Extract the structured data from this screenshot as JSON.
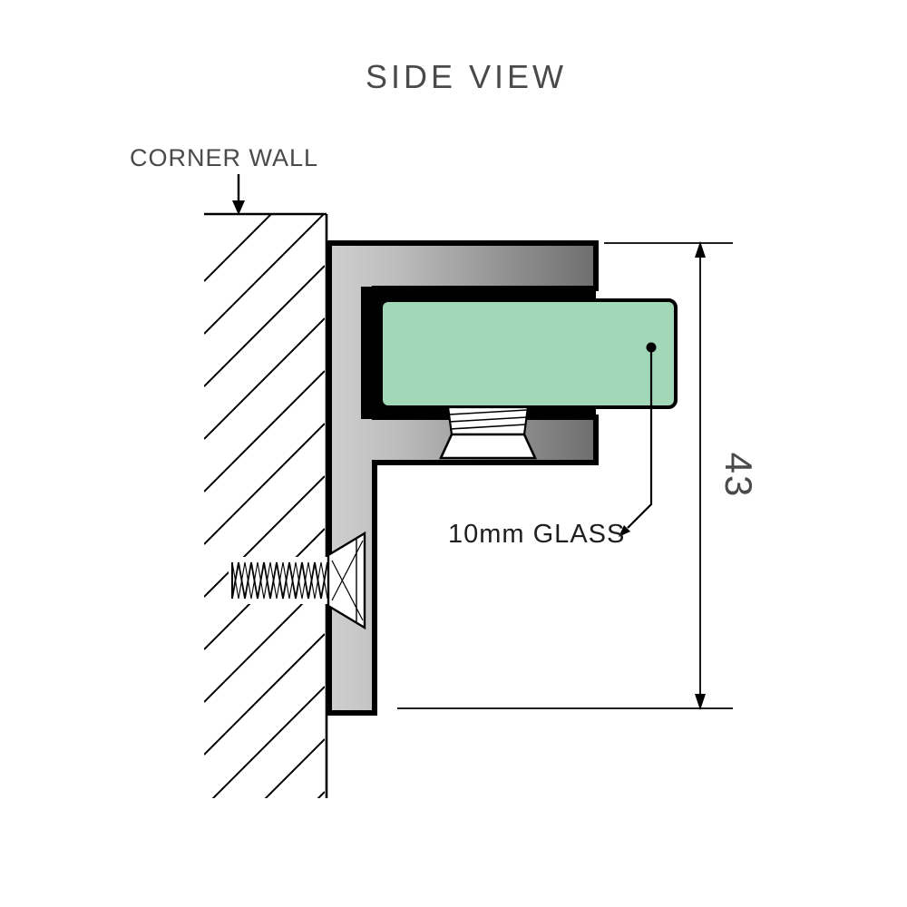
{
  "title": "SIDE VIEW",
  "labels": {
    "corner_wall": "CORNER WALL",
    "glass": "10mm GLASS",
    "dimension_43": "43"
  },
  "colors": {
    "background": "#ffffff",
    "outline": "#000000",
    "label_gray": "#4a4a4a",
    "glass_label_color": "#1f1f1f",
    "glass_fill": "#a2d8b8",
    "metal_light": "#cfcfcf",
    "metal_dark": "#6e6e6e"
  }
}
